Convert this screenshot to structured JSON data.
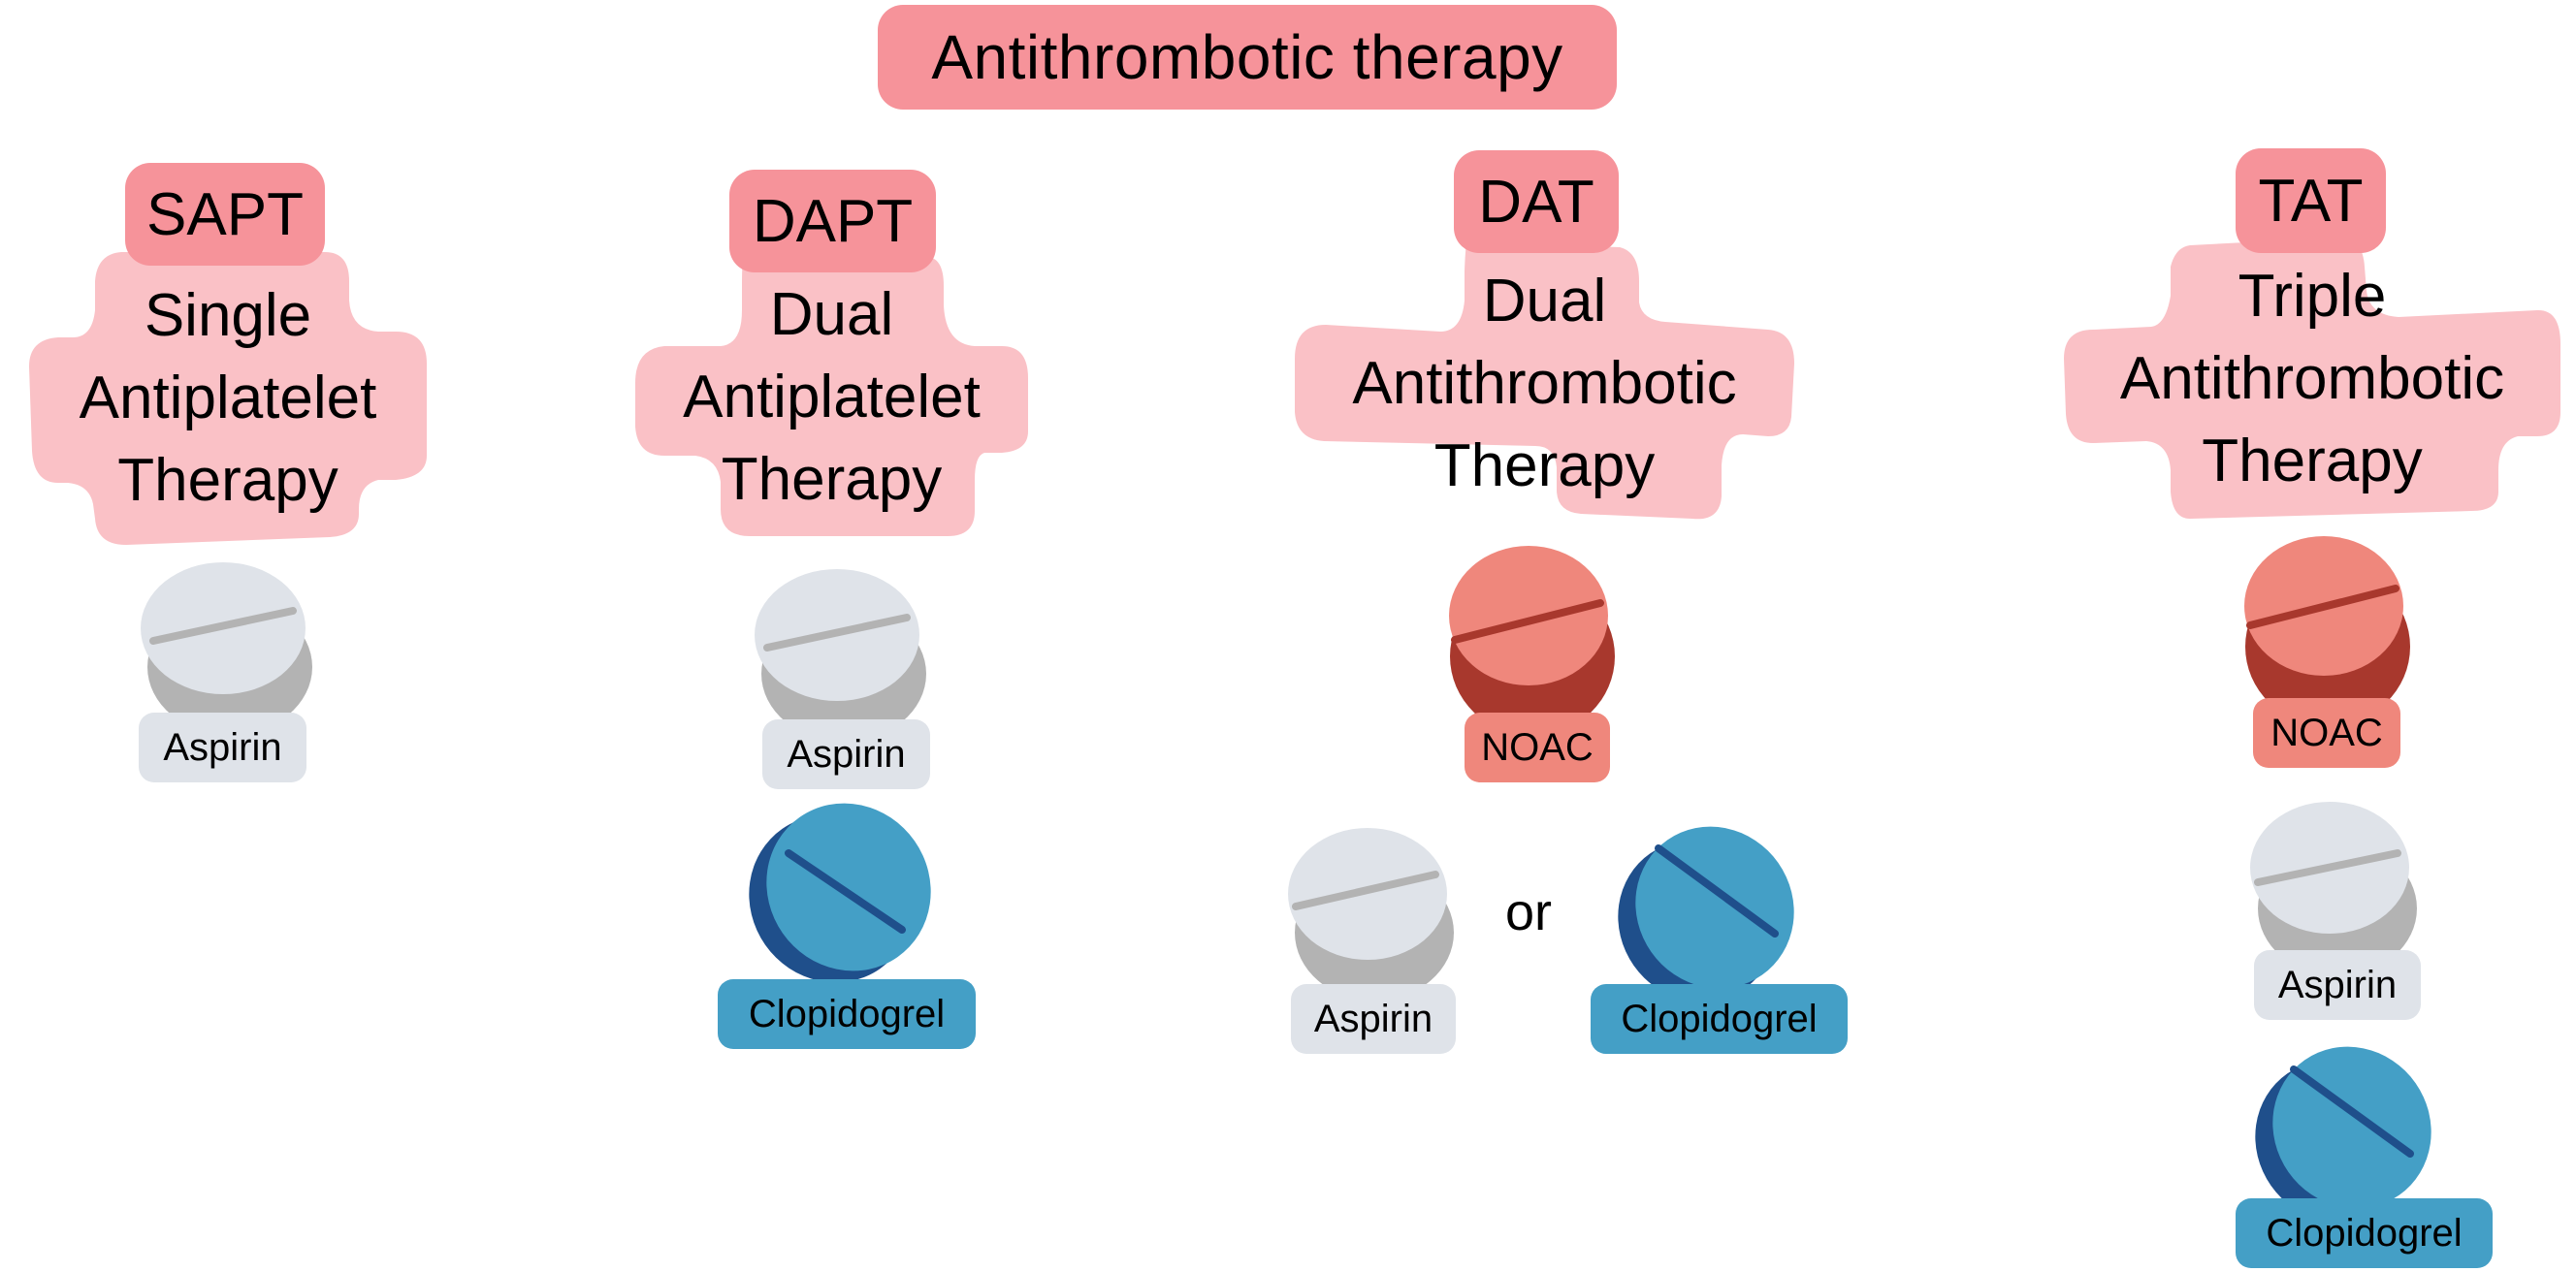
{
  "title": "Antithrombotic therapy",
  "colors": {
    "title_bg": "#f6939a",
    "abbr_bg": "#f6939a",
    "desc_bg": "#fac1c6",
    "aspirin_top": "#dfe3e9",
    "aspirin_side": "#b3b3b3",
    "noac_top": "#ef877c",
    "noac_side": "#a8382d",
    "clopidogrel_top": "#449fc6",
    "clopidogrel_side": "#1f4f8b"
  },
  "columns": [
    {
      "abbr": "SAPT",
      "desc_lines": [
        "Single",
        "Antiplatelet",
        "Therapy"
      ],
      "drugs": [
        {
          "name": "Aspirin",
          "pill": "aspirin-pill-icon"
        }
      ]
    },
    {
      "abbr": "DAPT",
      "desc_lines": [
        "Dual",
        "Antiplatelet",
        "Therapy"
      ],
      "drugs": [
        {
          "name": "Aspirin",
          "pill": "aspirin-pill-icon"
        },
        {
          "name": "Clopidogrel",
          "pill": "clopidogrel-pill-icon"
        }
      ]
    },
    {
      "abbr": "DAT",
      "desc_lines": [
        "Dual",
        "Antithrombotic",
        "Therapy"
      ],
      "drugs": [
        {
          "name": "NOAC",
          "pill": "noac-pill-icon"
        },
        {
          "name": "Aspirin",
          "pill": "aspirin-pill-icon"
        },
        {
          "name": "Clopidogrel",
          "pill": "clopidogrel-pill-icon"
        }
      ],
      "connector": "or"
    },
    {
      "abbr": "TAT",
      "desc_lines": [
        "Triple",
        "Antithrombotic",
        "Therapy"
      ],
      "drugs": [
        {
          "name": "NOAC",
          "pill": "noac-pill-icon"
        },
        {
          "name": "Aspirin",
          "pill": "aspirin-pill-icon"
        },
        {
          "name": "Clopidogrel",
          "pill": "clopidogrel-pill-icon"
        }
      ]
    }
  ]
}
